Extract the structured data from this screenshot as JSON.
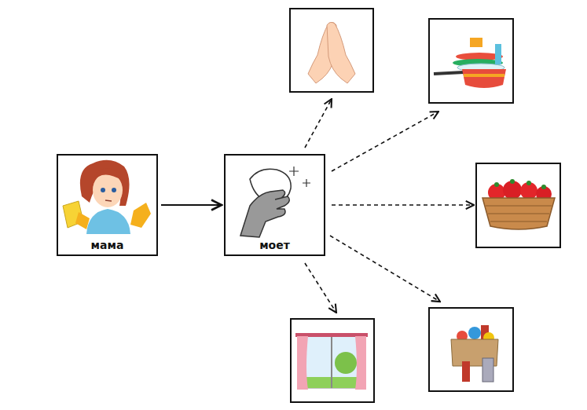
{
  "diagram": {
    "nodes": [
      {
        "text": [
          "мама"
        ]
      },
      {
        "text": [
          "моет"
        ]
      }
    ],
    "edges": [
      {
        "from": 0,
        "to": 1,
        "arrow": "to"
      }
    ]
  }
}
